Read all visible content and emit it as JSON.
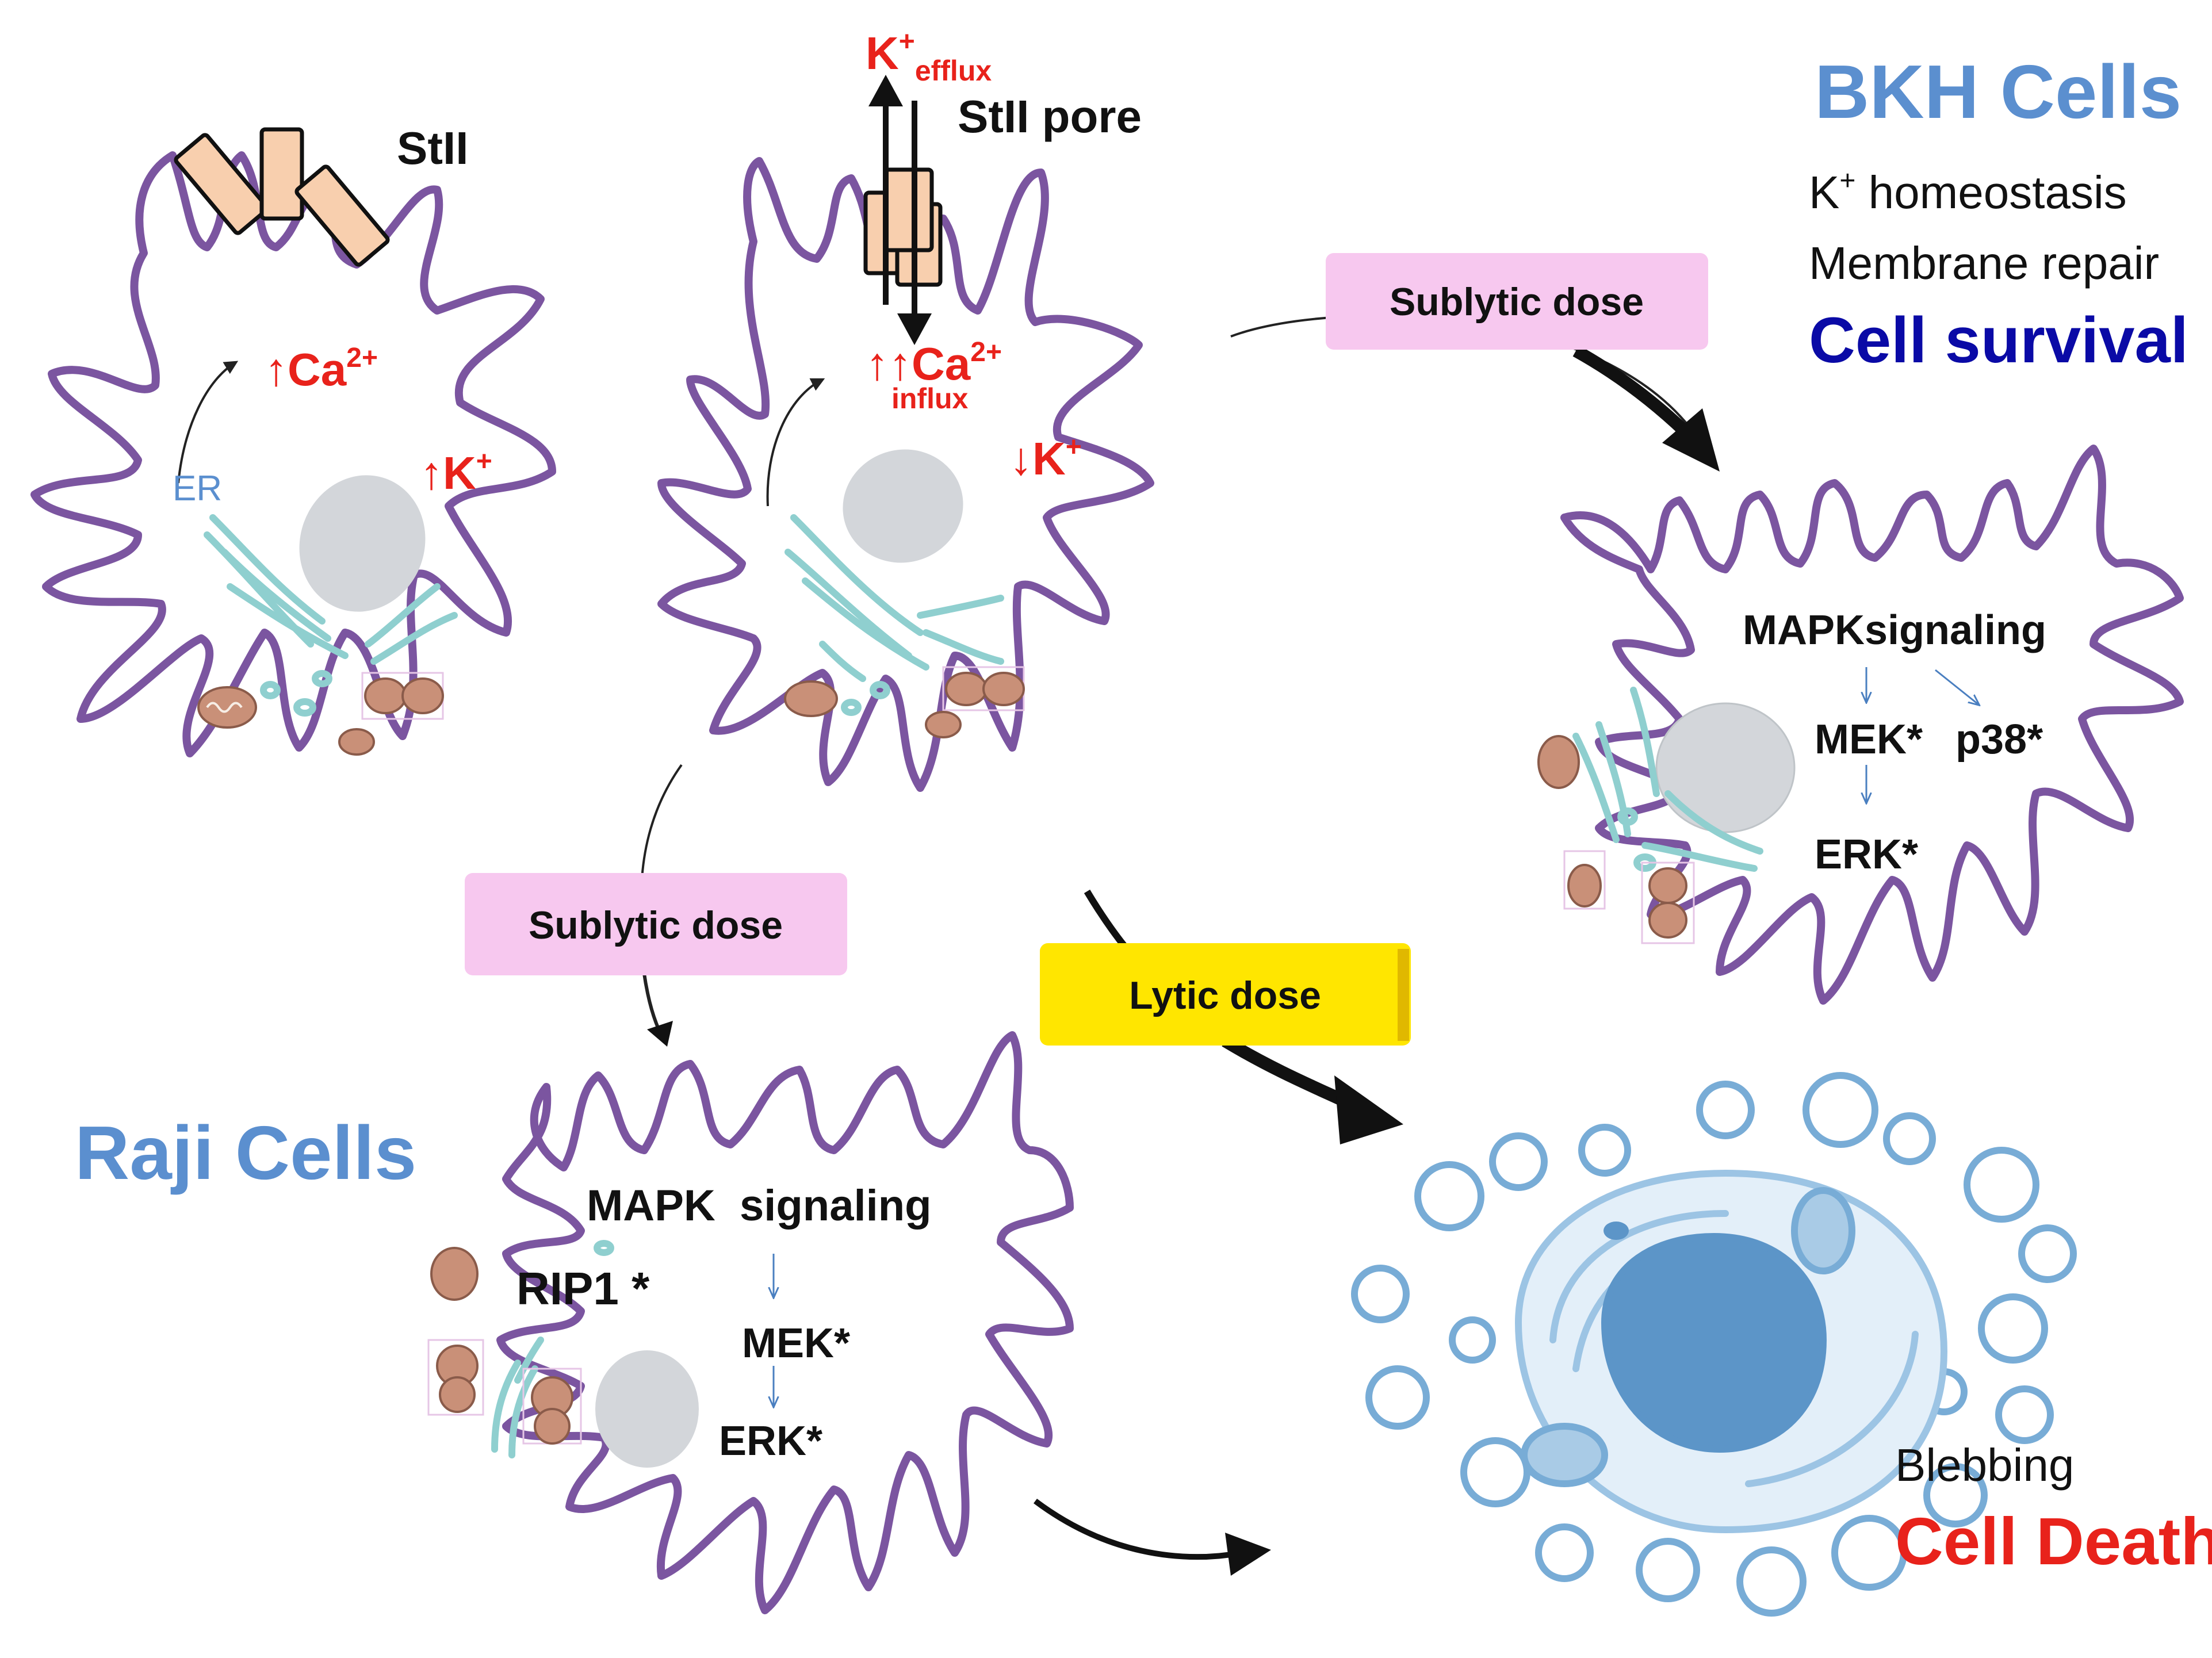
{
  "colors": {
    "membrane": "#7b55a0",
    "er": "#8fcfcf",
    "nucleus": "#d3d6da",
    "mito": "#c99078",
    "toxin": "#f8cfae",
    "red": "#e8221b",
    "blue_title": "#5b8fcf",
    "dark_blue": "#0a0aa6",
    "pink_box": "#f7c8ef",
    "yellow_box": "#ffe600",
    "dead_cell": "#78acd6"
  },
  "top_left_cell": {
    "toxin": "StII",
    "ca": "↑Ca",
    "ca_sup": "2+",
    "k": "↑K",
    "k_sup": "+",
    "er": "ER"
  },
  "top_middle_cell": {
    "k_efflux": "K",
    "k_efflux_sup": "+",
    "k_efflux_sub": "efflux",
    "pore": "StII pore",
    "ca_influx": "↑↑Ca",
    "ca_influx_sup": "2+",
    "ca_influx_sub": "influx",
    "k_down": "↓K",
    "k_down_sup": "+"
  },
  "bkh": {
    "title": "BKH Cells",
    "k_homeostasis": "K",
    "k_homeostasis_sup": "+",
    "k_homeostasis_rest": " homeostasis",
    "membrane_repair": "Membrane repair",
    "outcome": "Cell survival",
    "signaling": "MAPKsignaling",
    "mek": "MEK*",
    "p38": "p38*",
    "erk": "ERK*"
  },
  "raji": {
    "title": "Raji Cells",
    "signaling": "MAPK  signaling",
    "rip1": "RIP1 *",
    "mek": "MEK*",
    "erk": "ERK*"
  },
  "death": {
    "blebbing": "Blebbing",
    "outcome": "Cell Death"
  },
  "doses": {
    "sublytic_top": "Sublytic dose",
    "sublytic_left": "Sublytic dose",
    "lytic": "Lytic dose"
  }
}
